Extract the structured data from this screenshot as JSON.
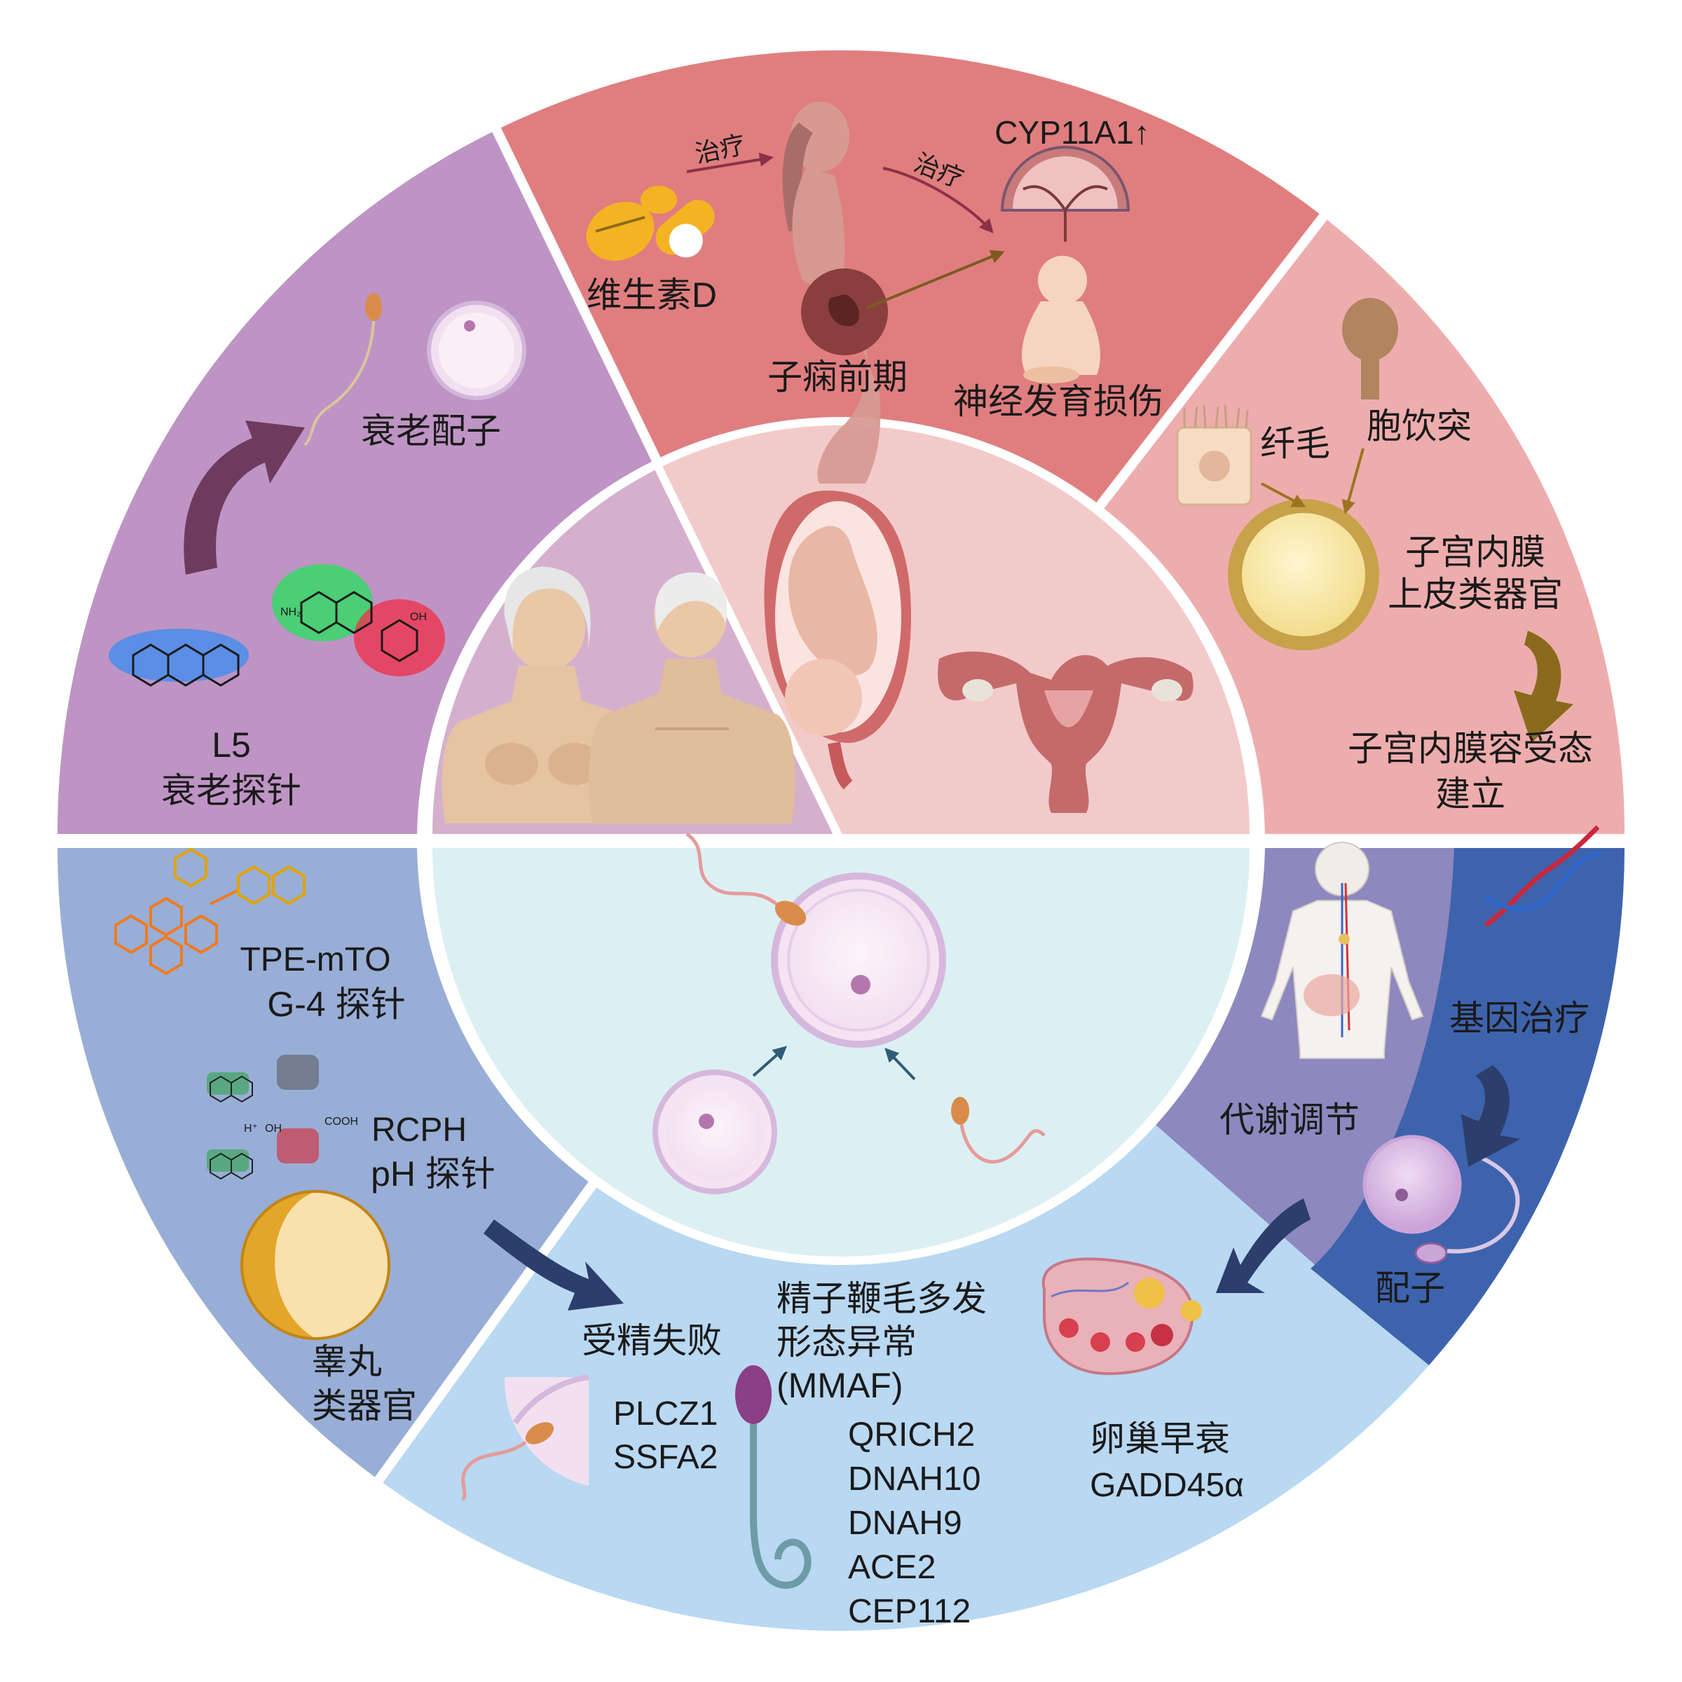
{
  "colors": {
    "purple_sector": "#be94c4",
    "red_sector": "#e07e7f",
    "pink_sector": "#eeadad",
    "blue_left": "#98aed6",
    "blue_bottom": "#b9d8f2",
    "violet_right": "#8d88bf",
    "navy_right": "#3e63ad",
    "inner_purple": "#d5b0cd",
    "inner_pink": "#f3caca",
    "inner_cyan": "#dcf0f4",
    "arrow_dark": "#6e3a5e",
    "arrow_brown": "#8a6a1c",
    "arrow_navy": "#2c3e6c"
  },
  "sections": {
    "aging": {
      "gamete_label": "衰老配子",
      "probe_name": "L5",
      "probe_label": "衰老探针"
    },
    "preeclampsia": {
      "vitd_label": "维生素D",
      "treat_label_1": "治疗",
      "treat_label_2": "治疗",
      "gene_label": "CYP11A1",
      "up_arrow": "↑",
      "disease_label": "子痫前期",
      "outcome_label": "神经发育损伤"
    },
    "endometrium": {
      "cilia_label": "纤毛",
      "pinopode_label": "胞饮突",
      "organoid_line1": "子宫内膜",
      "organoid_line2": "上皮类器官",
      "receptivity_line1": "子宫内膜容受态",
      "receptivity_line2": "建立"
    },
    "probes": {
      "tpe_line1": "TPE-mTO",
      "tpe_line2": "G-4 探针",
      "rcph_line1": "RCPH",
      "rcph_line2": "pH 探针",
      "testis_line1": "睾丸",
      "testis_line2": "类器官",
      "chem_h_plus": "H⁺",
      "chem_oh": "OH",
      "chem_cooh": "COOH",
      "chem_nh2": "NH₂",
      "chem_oh2": "OH"
    },
    "fertilization": {
      "failure_label": "受精失败",
      "genes": [
        "PLCZ1",
        "SSFA2"
      ],
      "mmaf_line1": "精子鞭毛多发",
      "mmaf_line2": "形态异常",
      "mmaf_line3": "(MMAF)",
      "mmaf_genes": [
        "QRICH2",
        "DNAH10",
        "DNAH9",
        "ACE2",
        "CEP112"
      ]
    },
    "ovary": {
      "poi_label": "卵巢早衰",
      "poi_gene": "GADD45α"
    },
    "metabolism": {
      "label": "代谢调节"
    },
    "gene_therapy": {
      "label": "基因治疗",
      "gamete_label": "配子"
    }
  }
}
